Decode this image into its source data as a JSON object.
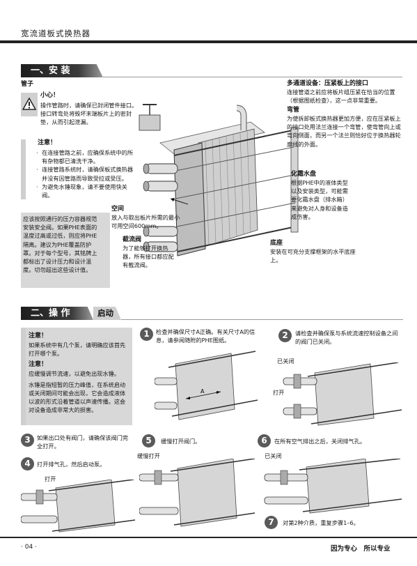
{
  "header": {
    "title": "宽流道板式换热器"
  },
  "section1": {
    "label": "一、安 装"
  },
  "pipes": {
    "heading": "管子",
    "caution_title": "小心！",
    "caution_text": "操作管路时，请确保已封闭管件接口。接口转弯处将毁坏末端板片上的密封垫，从而引起泄漏。"
  },
  "note1": {
    "title": "注意！",
    "items": [
      "在连接管路之前，应确保系统中的所有杂物都已清洗干净。",
      "连接管路系统时，请确保板式换热器并没有因管路而导致受拉或受压。",
      "为避免水锤现象，请不要使用快关阀。"
    ]
  },
  "pressure_note": "应该按照通行的压力容器规范安装安全阀。如果PHE表面的温度过高或过低，则应将PHE隔离。建议为PHE覆盖防护罩。对于每个型号，其铭牌上都标出了设计压力和设计温度。切勿超出这些设计值。",
  "callouts": {
    "multi_title": "多通道设备：压紧板上的接口",
    "multi_text": "连接管道之前应将板片组压紧在恰当的位置（根据图纸检查），这一点非常重要。",
    "elbow_title": "弯管",
    "elbow_text": "为使拆卸板式换热器更加方便，应在压紧板上的接口处用法兰连接一个弯管，使弯管向上或弯向侧面，而另一个法兰则恰好位于换热器轮廓线的外面。",
    "drip_title": "化霜水盘",
    "drip_text": "根据PHE中的液体类型以及安装类型，可能需要化霜水盘（排水箱）来避免对人身和设备造成伤害。",
    "space_title": "空间",
    "space_text": "放入与取出板片所需的最小可用空间600mm。",
    "valve_title": "截流阀",
    "valve_text": "为了能够打开换热器，所有接口都应配有截流阀。",
    "base_title": "底座",
    "base_text": "安装在可充分支撑框架的水平底座上。"
  },
  "section2": {
    "label": "二、操 作",
    "sub": "启动"
  },
  "note2": {
    "title1": "注意！",
    "text1": "如果系统中有几个泵，请明确应该首先打开哪个泵。",
    "title2": "注意！",
    "text2": "应缓慢调节流速，以避免出现水锤。",
    "text3": "水锤是指短暂的压力峰值，在系统启动或关闭期间可能会出现，它会造成液体以波的形式沿着管道以声速传播。这会对设备造成非常大的损害。"
  },
  "steps": [
    {
      "n": "1",
      "text": "检查并确保尺寸A正确。有关尺寸A的信息，请参阅随附的PHE图纸。"
    },
    {
      "n": "2",
      "text": "请检查并确保泵与系统流速控制设备之间的阀门已关闭。"
    },
    {
      "n": "3",
      "text": "如果出口处有阀门，请确保该阀门完全打开。"
    },
    {
      "n": "4",
      "text": "打开排气孔，然后启动泵。"
    },
    {
      "n": "5",
      "text": "缓慢打开阀门。"
    },
    {
      "n": "6",
      "text": "在所有空气排出之后，关闭排气孔。"
    },
    {
      "n": "7",
      "text": "对第2种介质，重复步骤1–6。"
    }
  ],
  "labels": {
    "closed": "已关闭",
    "open": "打开",
    "slow_open": "缓慢打开",
    "dim_a": "A"
  },
  "footer": {
    "page": "· 04 ·",
    "slogan": "因为专心　所以专业"
  }
}
